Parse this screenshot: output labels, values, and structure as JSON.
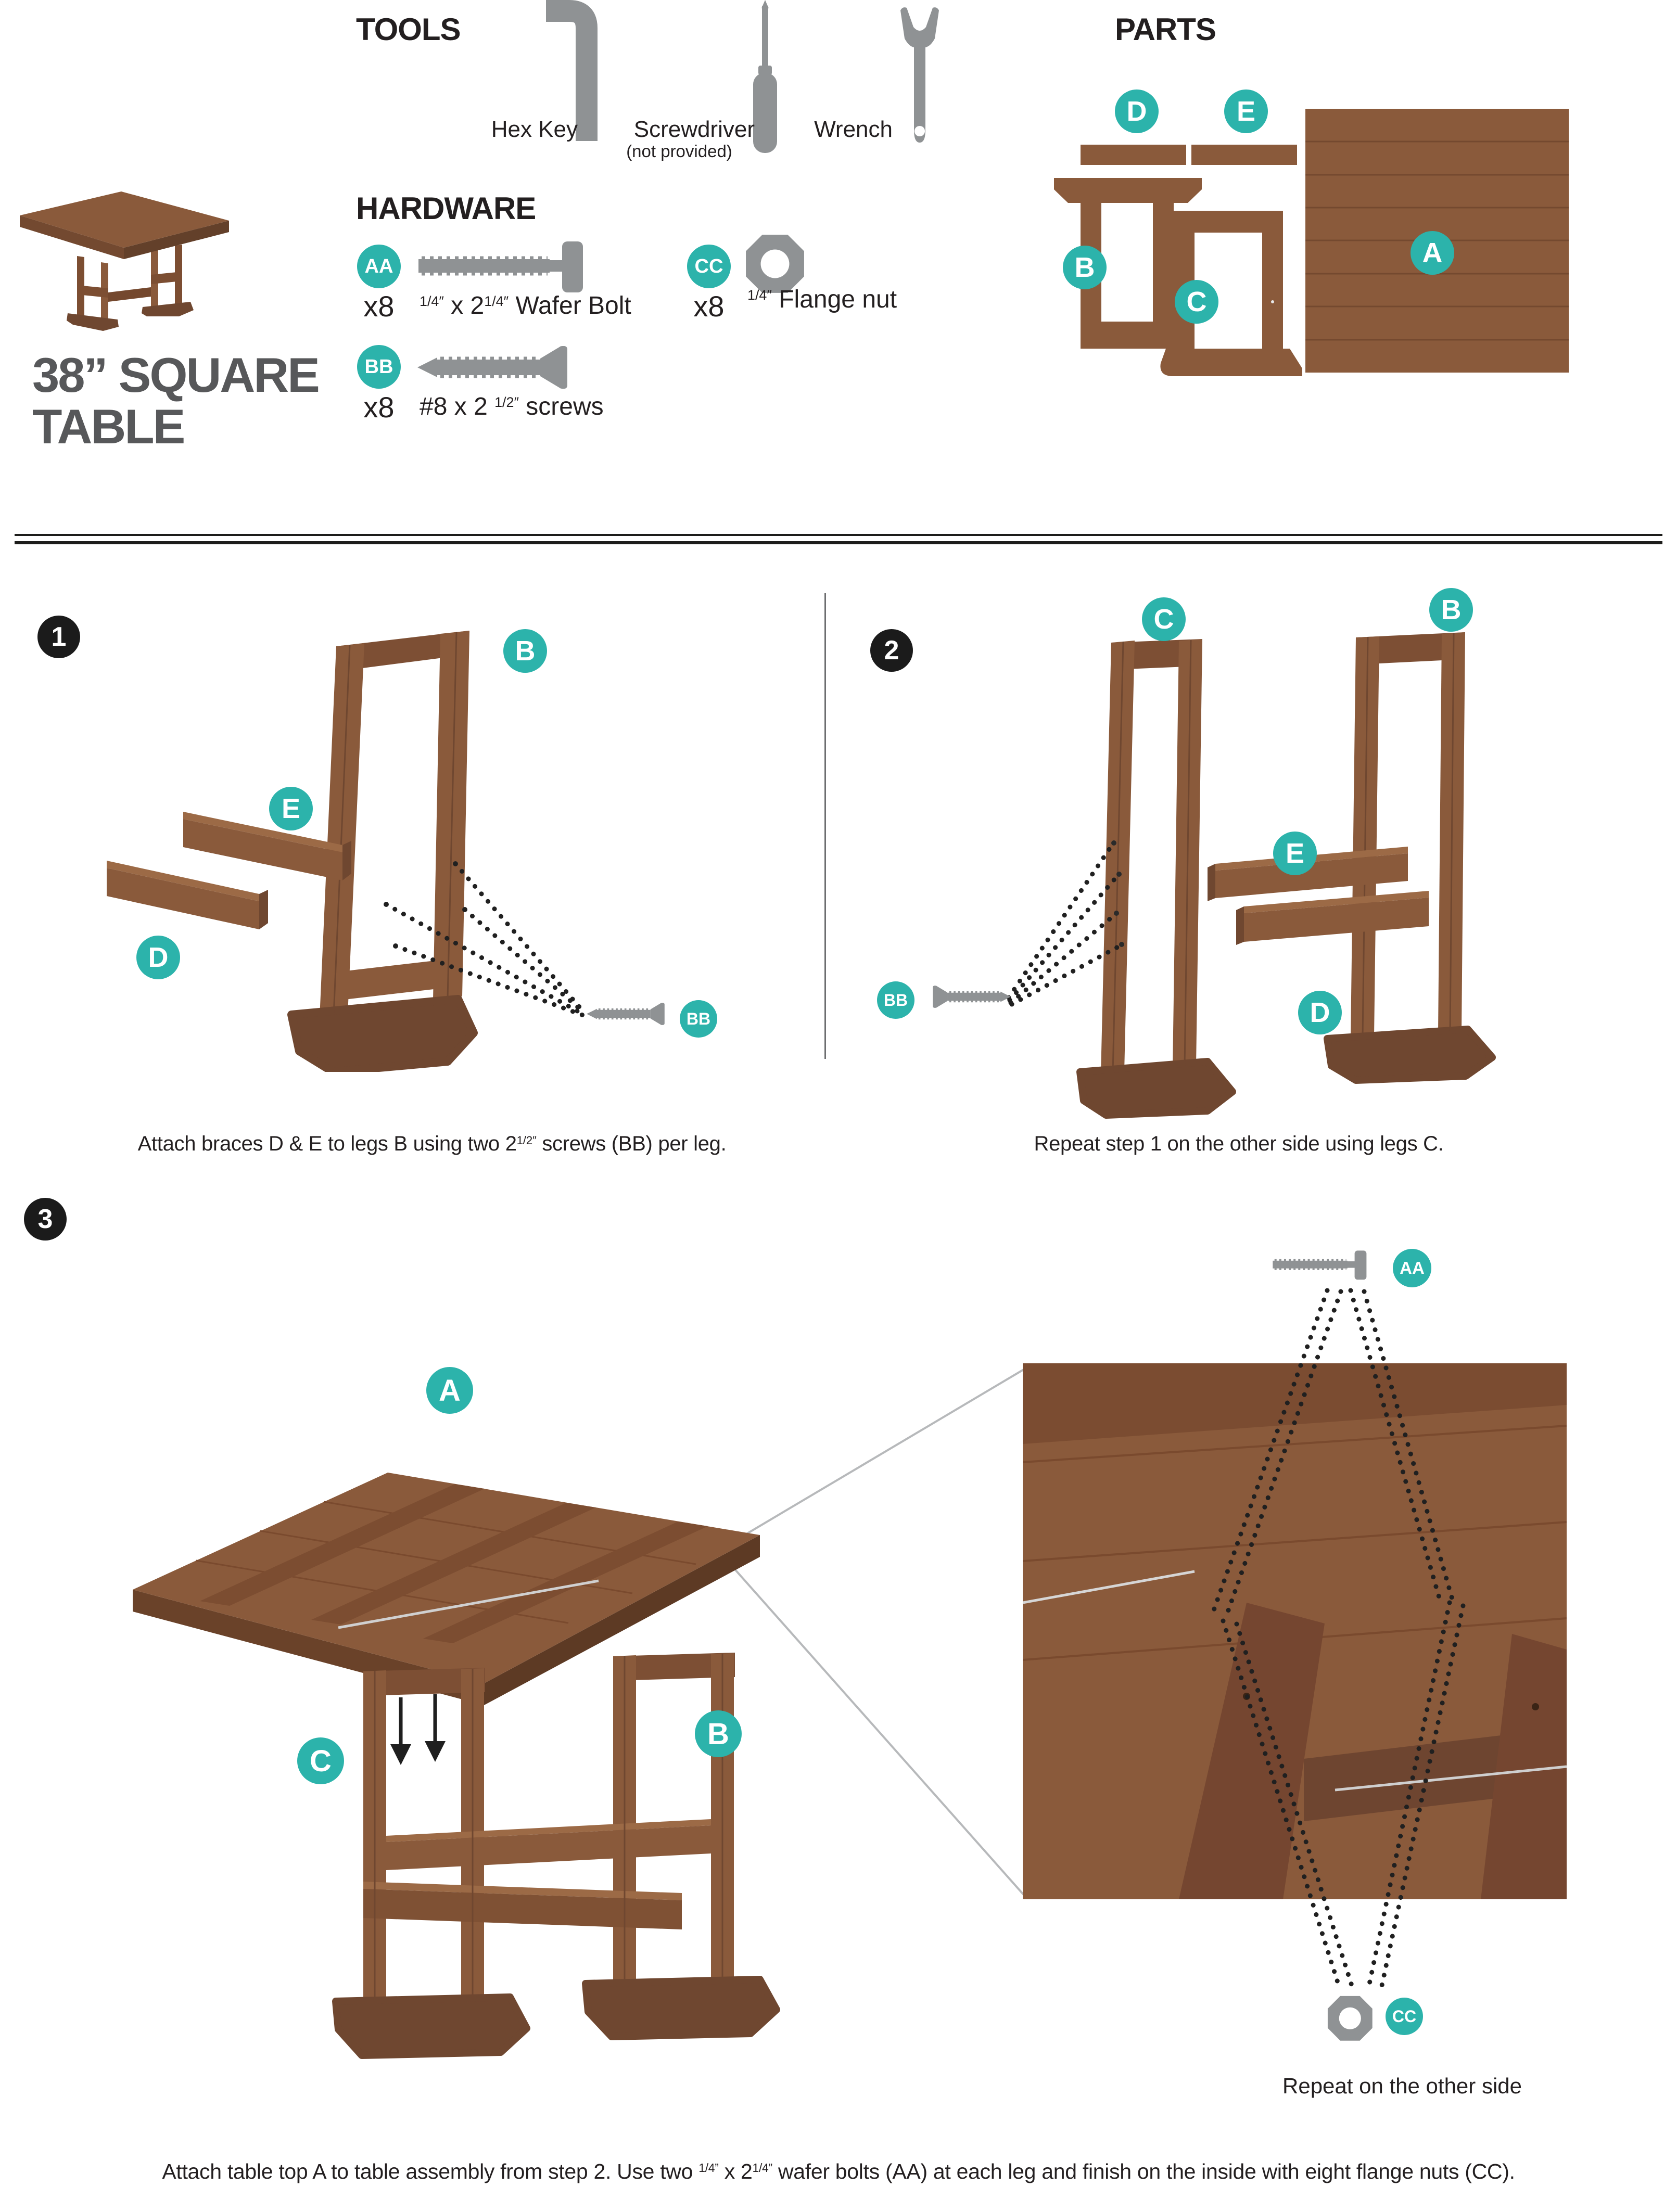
{
  "product": {
    "title": [
      "38” SQUARE",
      "TABLE"
    ]
  },
  "sections": {
    "tools": "TOOLS",
    "hardware": "HARDWARE",
    "parts": "PARTS"
  },
  "tools": {
    "items": [
      {
        "label": "Hex Key",
        "icon": "hex-key-icon"
      },
      {
        "label": "Screwdriver",
        "note": "(not provided)",
        "icon": "screwdriver-icon"
      },
      {
        "label": "Wrench",
        "icon": "wrench-icon"
      }
    ]
  },
  "hardware": {
    "aa": {
      "id": "AA",
      "qty": "x8",
      "icon": "wafer-bolt-icon",
      "desc": [
        {
          "sup": "1/4″"
        },
        {
          "t": " x 2"
        },
        {
          "sup": "1/4″"
        },
        {
          "t": " Wafer Bolt"
        }
      ]
    },
    "bb": {
      "id": "BB",
      "qty": "x8",
      "icon": "screw-icon",
      "desc": [
        {
          "t": "#8 x 2 "
        },
        {
          "sup": "1/2″"
        },
        {
          "t": " screws"
        }
      ]
    },
    "cc": {
      "id": "CC",
      "qty": "x8",
      "icon": "flange-nut-icon",
      "desc": [
        {
          "sup": "1/4″"
        },
        {
          "t": " Flange nut"
        }
      ]
    }
  },
  "labels": {
    "A": "A",
    "B": "B",
    "C": "C",
    "D": "D",
    "E": "E",
    "AA": "AA",
    "BB": "BB",
    "CC": "CC"
  },
  "steps": {
    "s1": {
      "num": "1",
      "caption": [
        {
          "t": "Attach braces D & E to legs B using two 2"
        },
        {
          "sup": "1/2″"
        },
        {
          "t": " screws (BB) per leg."
        }
      ]
    },
    "s2": {
      "num": "2",
      "caption": [
        {
          "t": "Repeat step 1 on the other side using legs C."
        }
      ]
    },
    "s3": {
      "num": "3",
      "caption": [
        {
          "t": "Attach table top A to table assembly from step 2. Use two "
        },
        {
          "sup": "1/4”"
        },
        {
          "t": " x 2"
        },
        {
          "sup": "1/4”"
        },
        {
          "t": " wafer bolts (AA) at each leg and finish on the inside with eight flange nuts (CC)."
        }
      ],
      "note": "Repeat on the other side"
    }
  },
  "palette": {
    "teal": "#2cb3ab",
    "wood": "#8a5a3b",
    "wood_dark": "#6f4730",
    "gray_icon": "#8f9294",
    "ink": "#231f20",
    "title_gray": "#57585a",
    "leader_gray": "#b7b9bb"
  }
}
